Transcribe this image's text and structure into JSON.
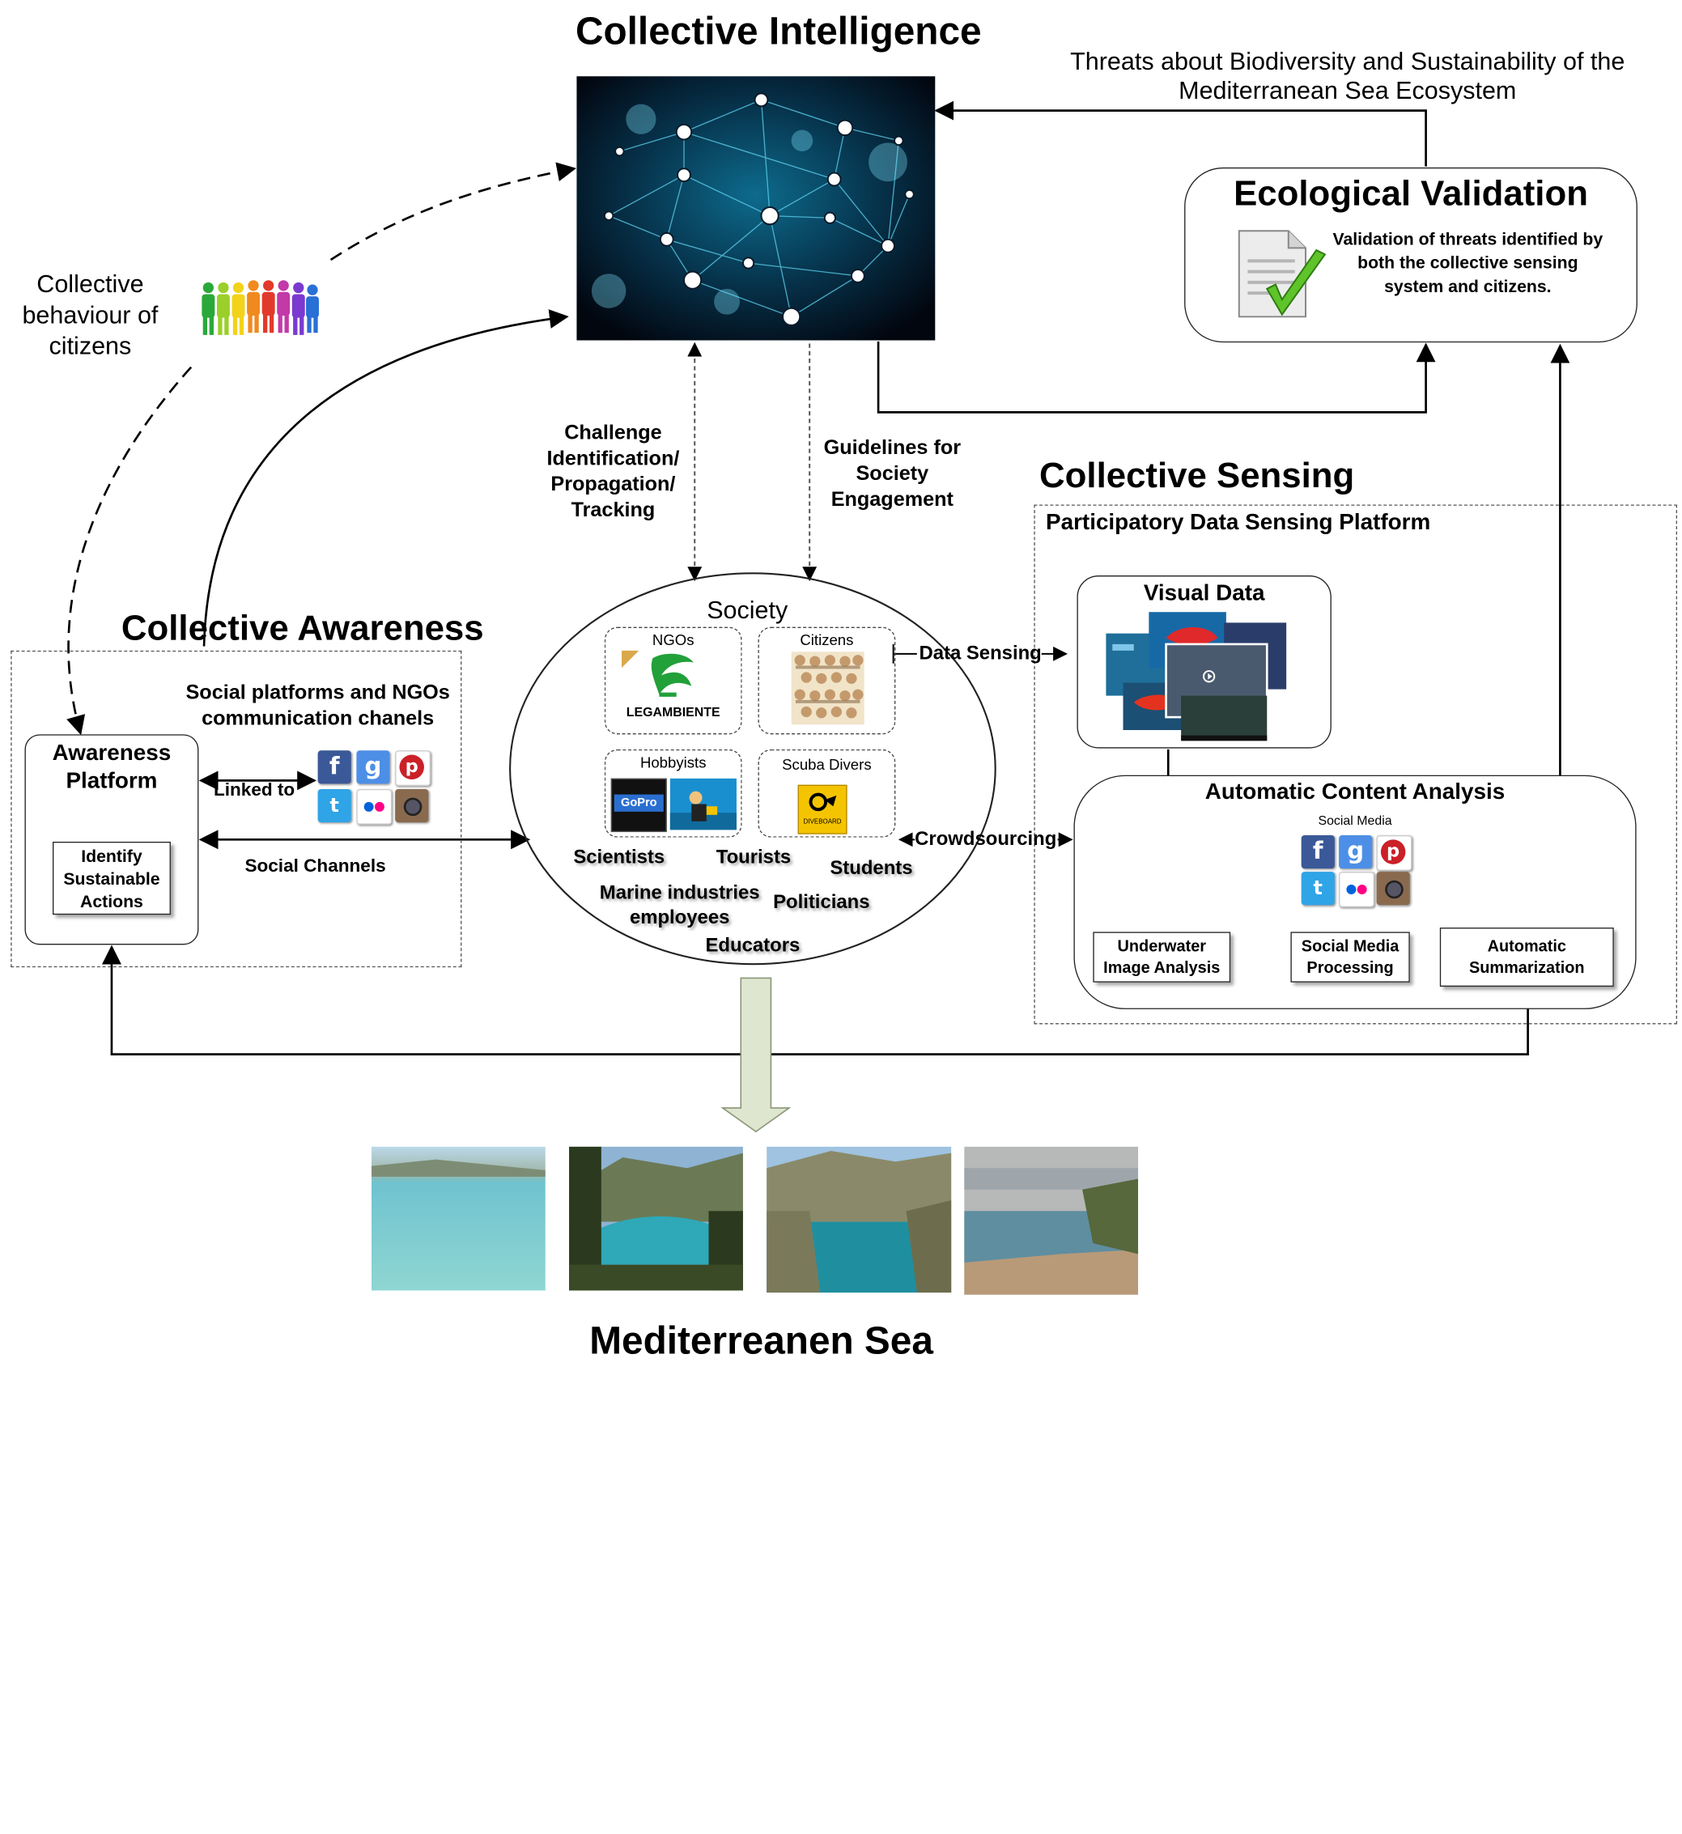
{
  "titles": {
    "collective_intelligence": "Collective Intelligence",
    "collective_awareness": "Collective Awareness",
    "collective_sensing": "Collective Sensing",
    "mediterranean": "Mediterreanen Sea"
  },
  "threats_label": [
    "Threats about Biodiversity and Sustainability of the",
    "Mediterranean Sea Ecosystem"
  ],
  "ecological_validation": {
    "title": "Ecological Validation",
    "text": [
      "Validation of threats identified by",
      "both the collective sensing",
      "system and citizens."
    ]
  },
  "collective_behaviour": [
    "Collective",
    "behaviour of",
    "citizens"
  ],
  "challenge_label": [
    "Challenge",
    "Identification/",
    "Propagation/",
    "Tracking"
  ],
  "guidelines_label": [
    "Guidelines for",
    "Society",
    "Engagement"
  ],
  "participatory": "Participatory Data Sensing Platform",
  "visual_data": "Visual Data",
  "automatic_content_analysis": "Automatic Content Analysis",
  "social_media": "Social Media",
  "underwater": [
    "Underwater",
    "Image Analysis"
  ],
  "social_media_processing": [
    "Social Media",
    "Processing"
  ],
  "automatic_summarization": [
    "Automatic",
    "Summarization"
  ],
  "society": {
    "title": "Society",
    "ngos": "NGOs",
    "legambiente": "LEGAMBIENTE",
    "citizens": "Citizens",
    "hobbyists": "Hobbyists",
    "gopro": "GoPro",
    "scuba": "Scuba Divers",
    "diveboard": "DIVEBOARD",
    "scientists": "Scientists",
    "tourists": "Tourists",
    "students": "Students",
    "marine": [
      "Marine industries",
      "employees"
    ],
    "politicians": "Politicians",
    "educators": "Educators"
  },
  "data_sensing": "Data Sensing",
  "crowdsourcing": "Crowdsourcing",
  "awareness": {
    "platform": [
      "Awareness",
      "Platform"
    ],
    "identify": [
      "Identify",
      "Sustainable",
      "Actions"
    ],
    "social_platforms": [
      "Social platforms and NGOs",
      "communication chanels"
    ],
    "linked_to": "Linked to",
    "social_channels": "Social Channels"
  },
  "icons": [
    "facebook-icon",
    "google-icon",
    "pinterest-icon",
    "twitter-icon",
    "flickr-icon",
    "instagram-icon"
  ],
  "colors": {
    "facebook": "#3b5998",
    "google": "#4d8fe6",
    "pinterest": "#cb2027",
    "twitter": "#2fa4e7",
    "flickr_blue": "#0063dc",
    "flickr_pink": "#ff0084",
    "instagram": "#8a6a4e",
    "network_bg": "#02060f",
    "big_arrow": "#dfe6cf"
  }
}
